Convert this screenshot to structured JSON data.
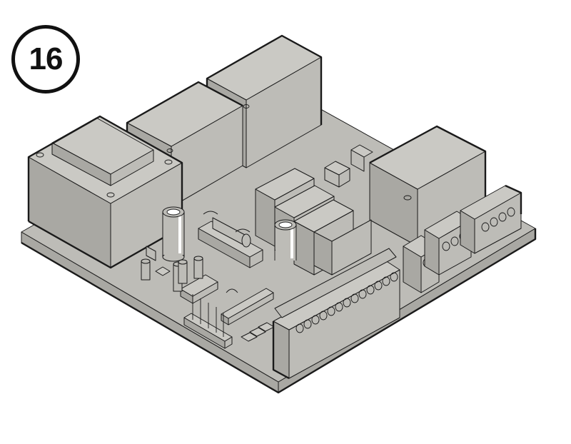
{
  "step": {
    "number": "16"
  },
  "illustration": {
    "subject": "control-board",
    "colors": {
      "fill": "#bdbcb7",
      "fill_dark": "#a9a8a3",
      "fill_light": "#d0cfca",
      "stroke": "#1a1a1a",
      "background": "#ffffff",
      "highlight": "#ffffff"
    },
    "components": [
      "transformer",
      "relay",
      "relay",
      "relay",
      "capacitor",
      "capacitor",
      "fuse-holder",
      "dip-switch",
      "ic-chip",
      "pin-header",
      "terminal-block-long",
      "terminal-block-2pin",
      "terminal-block-3pin",
      "terminal-block-3pin",
      "small-relays"
    ]
  }
}
